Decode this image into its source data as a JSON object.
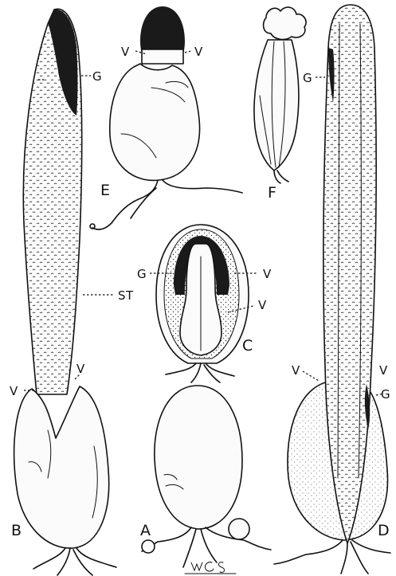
{
  "figure_letters": {
    "a": "A",
    "b": "B",
    "c": "C",
    "d": "D",
    "e": "E",
    "f": "F"
  },
  "part_labels": {
    "gleba": "G",
    "volva": "V",
    "stalk": "ST"
  },
  "signature": "WCS",
  "colors": {
    "ink": "#111111",
    "paper": "#ffffff",
    "spore_mass": "#1a1a1a"
  }
}
